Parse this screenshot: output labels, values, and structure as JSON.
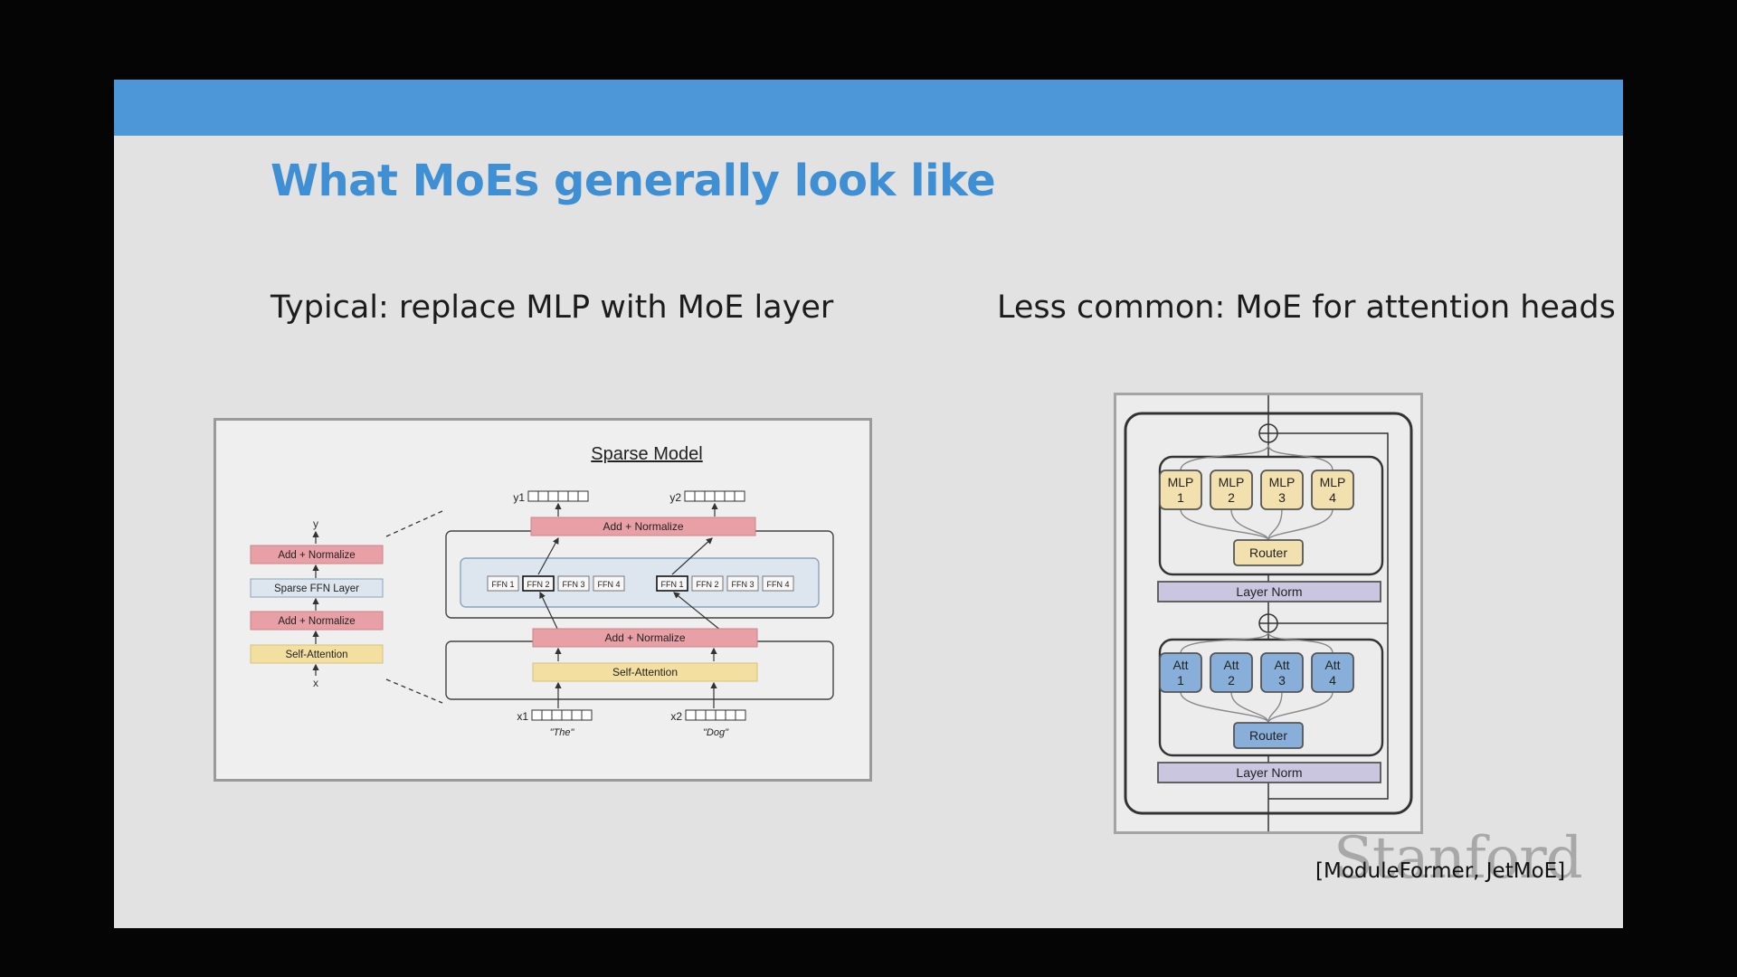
{
  "slide": {
    "title": "What MoEs generally look like",
    "left_heading": "Typical: replace MLP with MoE layer",
    "right_heading": "Less common: MoE for attention heads",
    "citation": "[ModuleFormer, JetMoE]",
    "logo": "Stanford"
  },
  "sparse_model": {
    "title": "Sparse Model",
    "small_stack": {
      "output_label": "y",
      "input_label": "x",
      "blocks": [
        "Add + Normalize",
        "Sparse FFN Layer",
        "Add + Normalize",
        "Self-Attention"
      ]
    },
    "add_normalize": "Add + Normalize",
    "self_attention": "Self-Attention",
    "ffn_labels": [
      "FFN 1",
      "FFN 2",
      "FFN 3",
      "FFN 4"
    ],
    "outputs": [
      "y1",
      "y2"
    ],
    "inputs": [
      "x1",
      "x2"
    ],
    "tokens": [
      "\"The\"",
      "\"Dog\""
    ],
    "routed_expert_token1": "FFN 2",
    "routed_expert_token2": "FFN 1"
  },
  "attention_moe": {
    "mlp_experts": [
      [
        "MLP",
        "1"
      ],
      [
        "MLP",
        "2"
      ],
      [
        "MLP",
        "3"
      ],
      [
        "MLP",
        "4"
      ]
    ],
    "att_experts": [
      [
        "Att",
        "1"
      ],
      [
        "Att",
        "2"
      ],
      [
        "Att",
        "3"
      ],
      [
        "Att",
        "4"
      ]
    ],
    "router": "Router",
    "layer_norm": "Layer Norm"
  },
  "colors": {
    "topbar": "#4d96d8",
    "title": "#3e8fd4",
    "add_normalize": "#e8a0a6",
    "self_attention": "#f3dfa0",
    "sparse_ffn": "#dde6ef",
    "mlp_expert": "#f2e1ae",
    "att_expert": "#87afd9",
    "layer_norm": "#cbc6df"
  }
}
